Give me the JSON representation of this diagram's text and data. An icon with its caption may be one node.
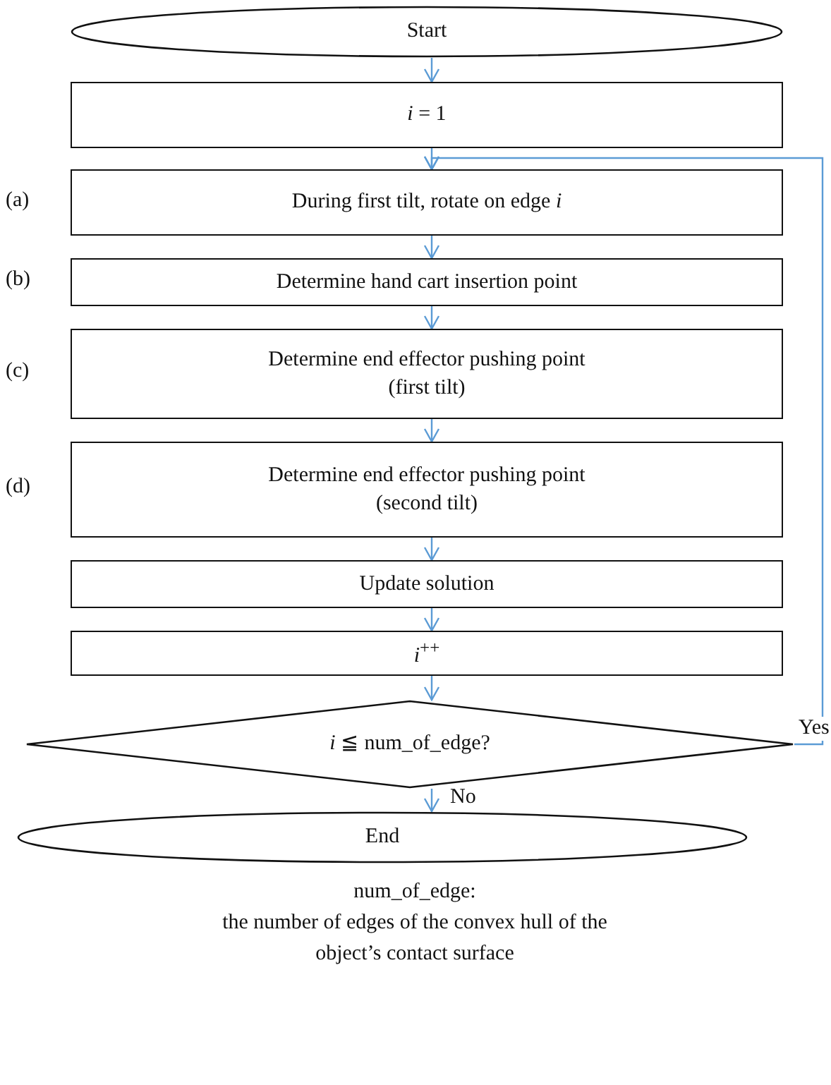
{
  "diagram": {
    "nodes": [
      {
        "text": [
          "Start"
        ]
      },
      {
        "text": [
          "*i* = 1"
        ]
      },
      {
        "text": [
          "During first tilt, rotate on edge *i*"
        ],
        "beside": [
          "(a)"
        ]
      },
      {
        "text": [
          "Determine hand cart insertion point"
        ],
        "beside": [
          "(b)"
        ]
      },
      {
        "text": [
          "Determine end effector pushing point (first tilt)"
        ],
        "beside": [
          "(c)"
        ]
      },
      {
        "text": [
          "Determine end effector pushing point (second tilt)"
        ],
        "beside": [
          "(d)"
        ]
      },
      {
        "text": [
          "Update solution"
        ]
      },
      {
        "text": [
          "*i*$^{++}$"
        ]
      },
      {
        "text": [
          "*i* ≦ num_of_edge?"
        ]
      },
      {
        "text": [
          "End"
        ]
      }
    ],
    "edges": [
      {
        "from": 0,
        "to": 1,
        "arrow": "to"
      },
      {
        "from": 1,
        "to": 2,
        "arrow": "to"
      },
      {
        "from": 2,
        "to": 3,
        "arrow": "to"
      },
      {
        "from": 3,
        "to": 4,
        "arrow": "to"
      },
      {
        "from": 4,
        "to": 5,
        "arrow": "to"
      },
      {
        "from": 5,
        "to": 6,
        "arrow": "to"
      },
      {
        "from": 6,
        "to": 7,
        "arrow": "to"
      },
      {
        "from": 7,
        "to": 8,
        "arrow": "to"
      },
      {
        "from": 8,
        "to": 9,
        "arrow": "to",
        "label": "No"
      },
      {
        "from": 8,
        "to": 2,
        "arrow": "to",
        "label": "Yes"
      }
    ],
    "labels": [
      "num_of_edge:",
      "the number of edges of the convex hull of the object’s contact surface"
    ]
  }
}
